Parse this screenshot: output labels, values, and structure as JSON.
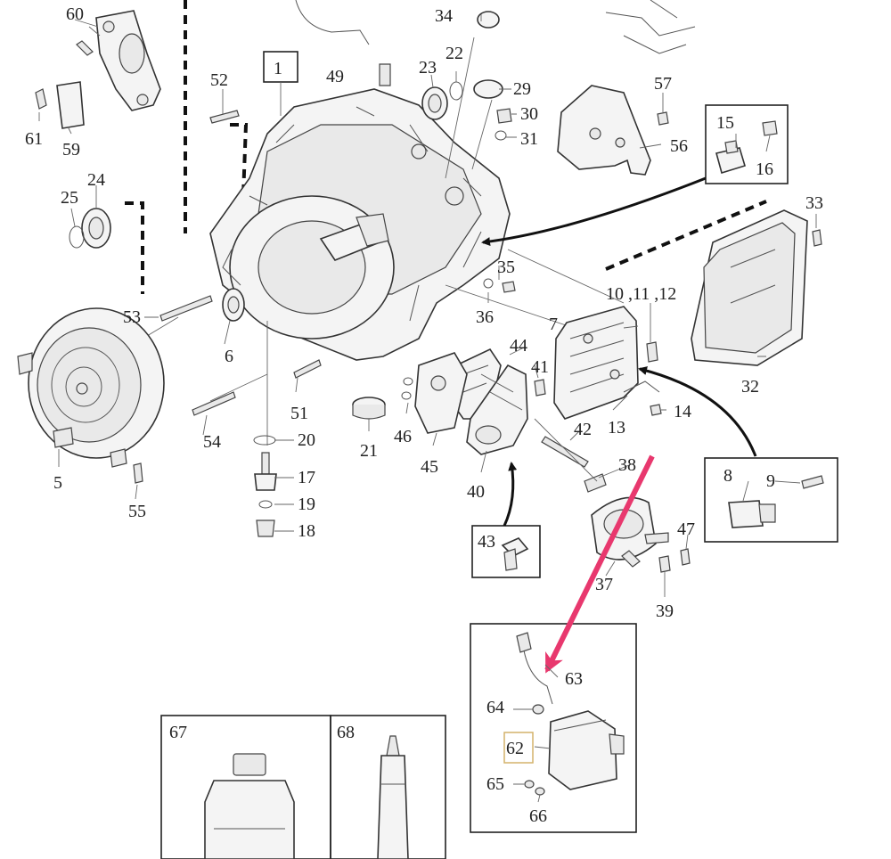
{
  "parts": {
    "p1": "1",
    "p5": "5",
    "p6": "6",
    "p7": "7",
    "p8": "8",
    "p9": "9",
    "p10_12": "10 ,11 ,12",
    "p13": "13",
    "p14": "14",
    "p15": "15",
    "p16": "16",
    "p17": "17",
    "p18": "18",
    "p19": "19",
    "p20": "20",
    "p21": "21",
    "p22": "22",
    "p23": "23",
    "p24": "24",
    "p25": "25",
    "p29": "29",
    "p30": "30",
    "p31": "31",
    "p32": "32",
    "p33": "33",
    "p34": "34",
    "p35": "35",
    "p36": "36",
    "p37": "37",
    "p38": "38",
    "p39": "39",
    "p40": "40",
    "p41": "41",
    "p42": "42",
    "p43": "43",
    "p44": "44",
    "p45": "45",
    "p46": "46",
    "p47": "47",
    "p49": "49",
    "p51": "51",
    "p52": "52",
    "p53": "53",
    "p54": "54",
    "p55": "55",
    "p56": "56",
    "p57": "57",
    "p59": "59",
    "p60": "60",
    "p61": "61",
    "p62": "62",
    "p63": "63",
    "p64": "64",
    "p65": "65",
    "p66": "66",
    "p67": "67",
    "p68": "68"
  },
  "colors": {
    "highlight_arrow": "#e8386e",
    "label_highlight": "#d4b26a"
  }
}
